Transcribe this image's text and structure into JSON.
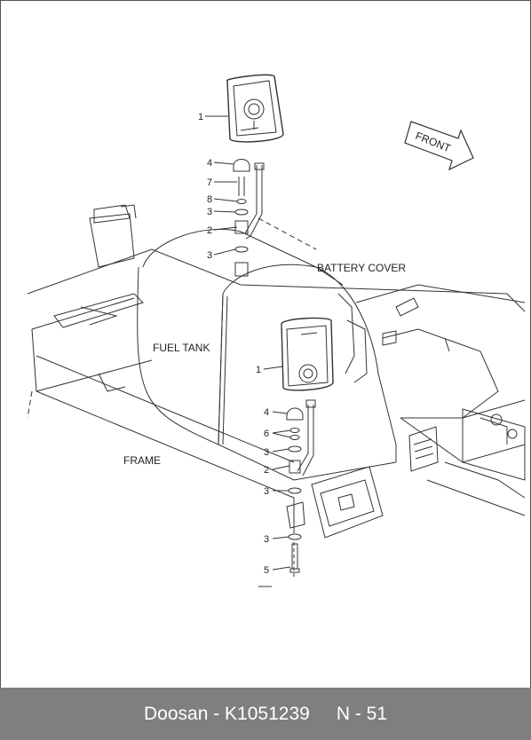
{
  "labels": {
    "battery_cover": "BATTERY COVER",
    "fuel_tank": "FUEL TANK",
    "frame": "FRAME",
    "front": "FRONT"
  },
  "callouts_upper": [
    "1",
    "4",
    "7",
    "8",
    "3",
    "2",
    "3"
  ],
  "callouts_lower": [
    "1",
    "4",
    "6",
    "3",
    "2",
    "3",
    "3",
    "5"
  ],
  "footer": {
    "part_ref": "Doosan - K1051239",
    "page": "N - 51"
  },
  "colors": {
    "line": "#333333",
    "footer_bg": "#7f7f7f",
    "footer_text": "#ffffff"
  }
}
